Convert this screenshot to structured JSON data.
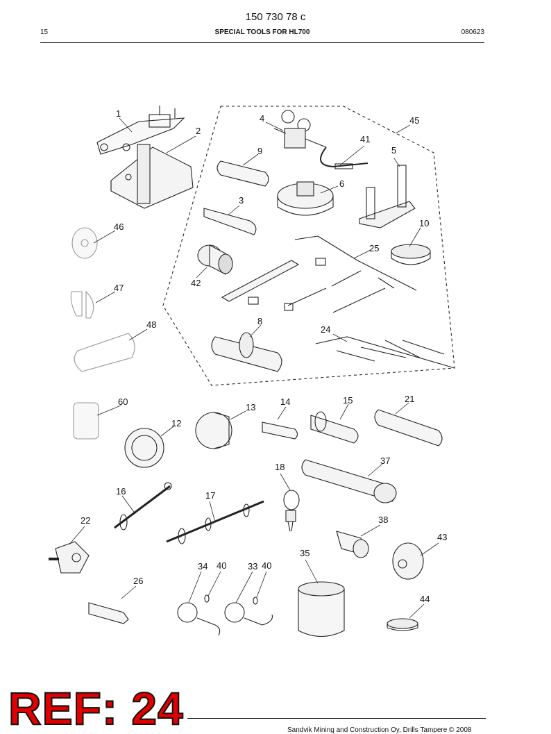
{
  "header": {
    "doc_number": "150 730 78 c",
    "page": "15",
    "title": "SPECIAL TOOLS FOR HL700",
    "date": "080623"
  },
  "labels": [
    "1",
    "2",
    "4",
    "45",
    "41",
    "9",
    "5",
    "6",
    "3",
    "10",
    "46",
    "25",
    "42",
    "47",
    "8",
    "48",
    "24",
    "60",
    "13",
    "14",
    "15",
    "21",
    "12",
    "18",
    "37",
    "16",
    "17",
    "22",
    "38",
    "43",
    "35",
    "34",
    "40",
    "33",
    "40",
    "26",
    "44"
  ],
  "ref_stamp": "REF: 24",
  "footer": {
    "text": "Sandvik Mining and Construction Oy, Drills Tampere © 2008"
  }
}
